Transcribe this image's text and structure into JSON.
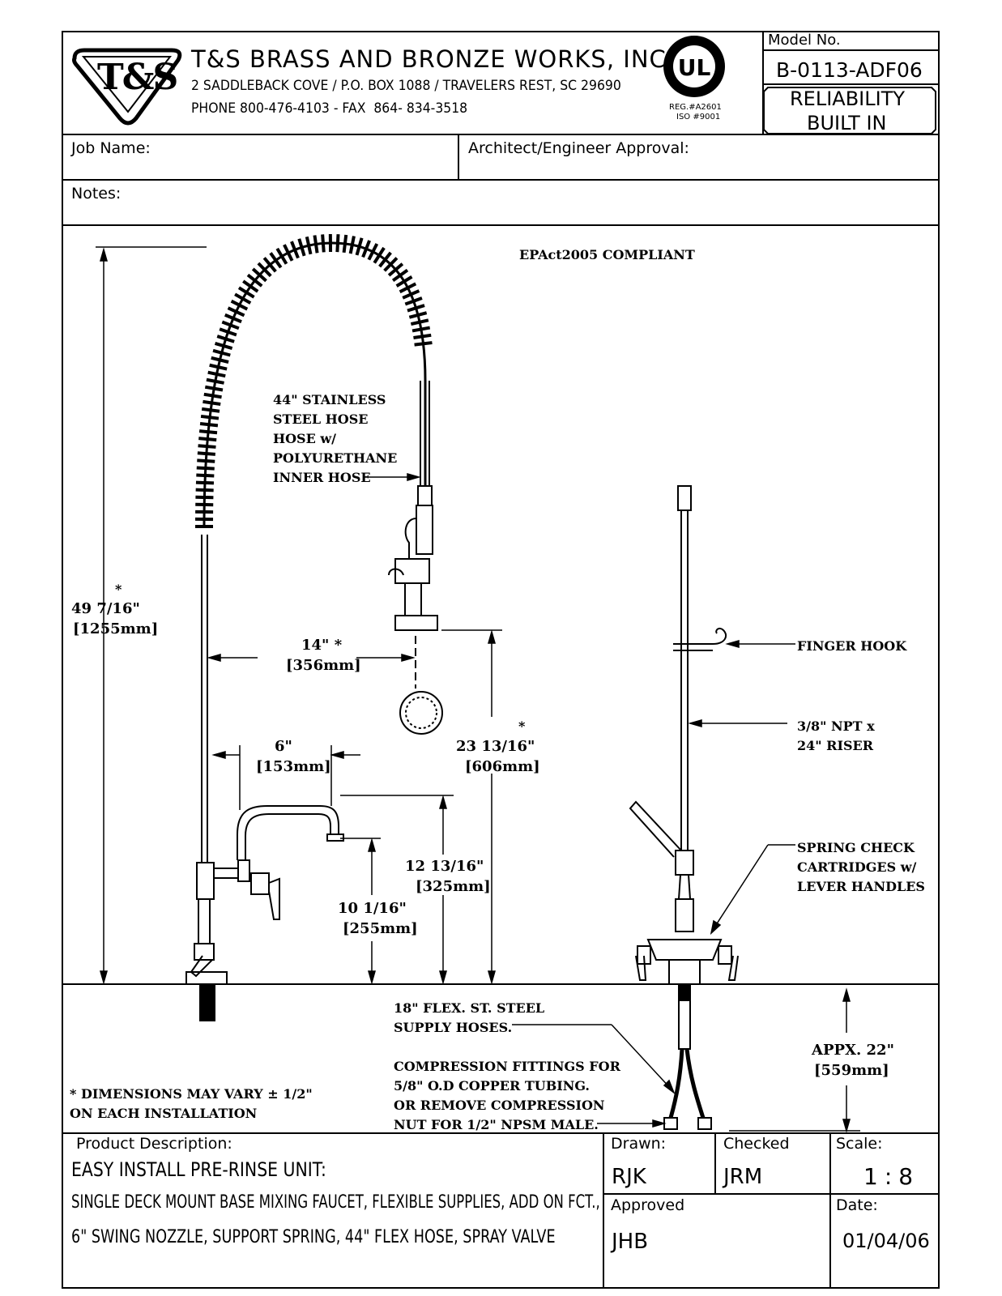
{
  "header": {
    "logo_text": "T&S",
    "company_name": "T&S BRASS AND BRONZE WORKS, INC.",
    "address": "2 SADDLEBACK COVE / P.O. BOX 1088 / TRAVELERS REST, SC 29690",
    "phone_fax": "PHONE 800-476-4103 - FAX  864- 834-3518",
    "ul_reg": "REG.#A2601",
    "iso": "ISO #9001",
    "model_label": "Model No.",
    "model_number": "B-0113-ADF06",
    "slogan_line1": "RELIABILITY",
    "slogan_line2": "BUILT IN"
  },
  "fields": {
    "job_name_label": "Job Name:",
    "architect_label": "Architect/Engineer Approval:",
    "notes_label": "Notes:"
  },
  "drawing": {
    "compliance": "EPAct2005 COMPLIANT",
    "hose_note": "44\" STAINLESS\nSTEEL HOSE\nHOSE w/\nPOLYURETHANE\nINNER HOSE",
    "overall_height_star": "*",
    "overall_height": "49 7/16\"",
    "overall_height_mm": "[1255mm]",
    "reach": "14\" *",
    "reach_mm": "[356mm]",
    "nozzle": "6\"",
    "nozzle_mm": "[153mm]",
    "spray_height_star": "*",
    "spray_height": "23 13/16\"",
    "spray_height_mm": "[606mm]",
    "spout_height": "12 13/16\"",
    "spout_height_mm": "[325mm]",
    "spout_clear": "10 1/16\"",
    "spout_clear_mm": "[255mm]",
    "finger_hook": "FINGER HOOK",
    "riser": "3/8\" NPT x\n24\" RISER",
    "cartridges": "SPRING CHECK\nCARTRIDGES w/\nLEVER HANDLES",
    "supply_hoses": "18\" FLEX. ST. STEEL\nSUPPLY HOSES.",
    "fittings": "COMPRESSION FITTINGS FOR\n5/8\" O.D COPPER TUBING.\nOR REMOVE COMPRESSION\nNUT FOR 1/2\" NPSM MALE.",
    "supply_length": "APPX. 22\"",
    "supply_length_mm": "[559mm]",
    "dimension_note": "* DIMENSIONS MAY VARY ± 1/2\"\nON EACH INSTALLATION"
  },
  "footer": {
    "product_label": "Product Description:",
    "product_title": "EASY INSTALL PRE-RINSE UNIT:",
    "desc_line1": "SINGLE DECK MOUNT BASE MIXING FAUCET, FLEXIBLE SUPPLIES, ADD ON FCT.,",
    "desc_line2": "6\" SWING NOZZLE, SUPPORT SPRING, 44\" FLEX HOSE, SPRAY VALVE",
    "drawn_label": "Drawn:",
    "drawn_value": "RJK",
    "checked_label": "Checked",
    "checked_value": "JRM",
    "scale_label": "Scale:",
    "scale_value": "1:8",
    "approved_label": "Approved",
    "approved_value": "JHB",
    "date_label": "Date:",
    "date_value": "01/04/06"
  }
}
